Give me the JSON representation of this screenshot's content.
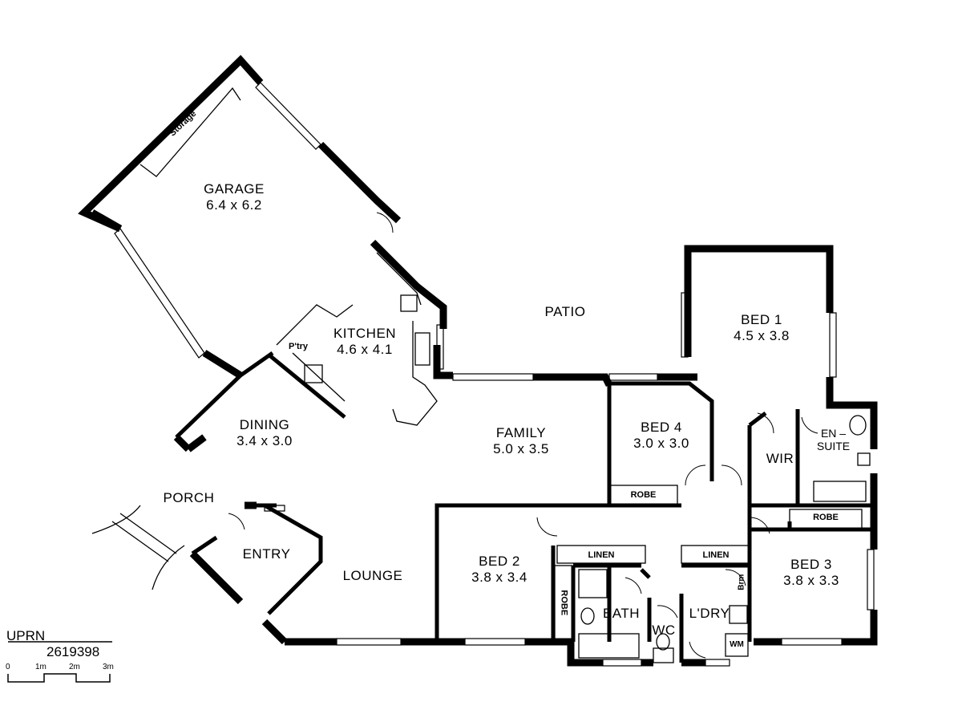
{
  "rooms": {
    "garage": {
      "name": "GARAGE",
      "size": "6.4  x  6.2"
    },
    "storage": {
      "name": "Storage"
    },
    "patio": {
      "name": "PATIO"
    },
    "kitchen": {
      "name": "KITCHEN",
      "size": "4.6  x  4.1"
    },
    "pantry": {
      "name": "P'try"
    },
    "dining": {
      "name": "DINING",
      "size": "3.4  x  3.0"
    },
    "family": {
      "name": "FAMILY",
      "size": "5.0  x  3.5"
    },
    "bed1": {
      "name": "BED  1",
      "size": "4.5  x  3.8"
    },
    "bed4": {
      "name": "BED  4",
      "size": "3.0  x  3.0"
    },
    "bed2": {
      "name": "BED  2",
      "size": "3.8  x  3.4"
    },
    "bed3": {
      "name": "BED  3",
      "size": "3.8  x  3.3"
    },
    "porch": {
      "name": "PORCH"
    },
    "entry": {
      "name": "ENTRY"
    },
    "lounge": {
      "name": "LOUNGE"
    },
    "wir": {
      "name": "WIR"
    },
    "ensuite": {
      "name": "EN –\nSUITE"
    },
    "bath": {
      "name": "BATH"
    },
    "wc": {
      "name": "WC"
    },
    "laundry": {
      "name": "L'DRY"
    }
  },
  "fixtures": {
    "robe_bed4": "ROBE",
    "robe_bed3": "ROBE",
    "robe_bed2": "ROBE",
    "linen_left": "LINEN",
    "linen_right": "LINEN",
    "broom": "Brm",
    "washing_machine": "WM"
  },
  "legend": {
    "uprn_label": "UPRN",
    "uprn_value": "2619398",
    "scale_ticks": [
      "0",
      "1m",
      "2m",
      "3m"
    ]
  }
}
